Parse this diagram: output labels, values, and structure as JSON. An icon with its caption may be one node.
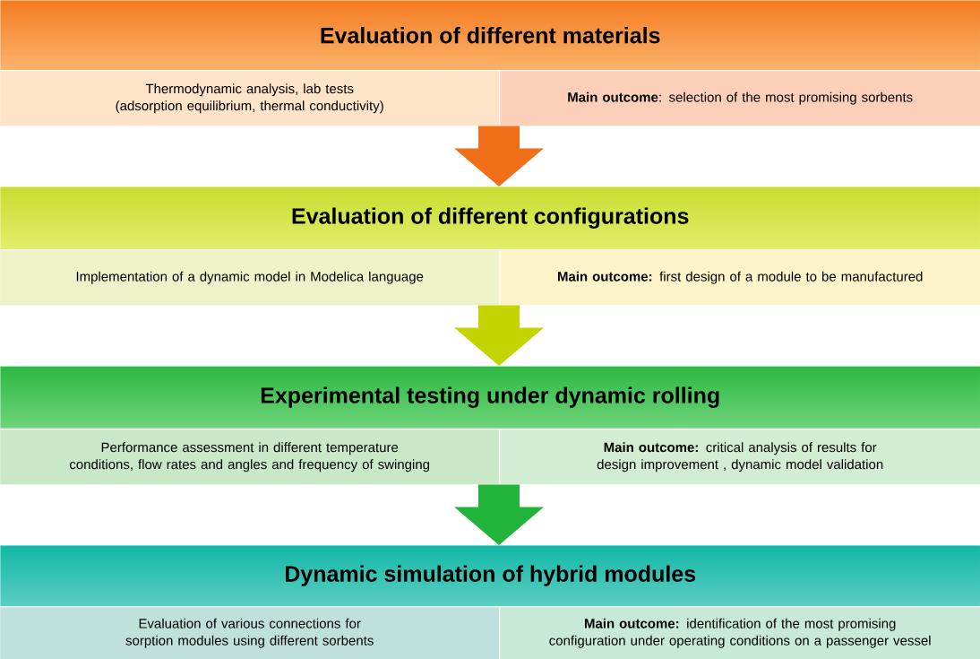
{
  "diagram": {
    "nodes": [
      {
        "text": [
          "Evaluation of different materials"
        ]
      },
      {
        "text": [
          "Thermodynamic analysis, lab tests (adsorption equilibrium, thermal conductivity)"
        ]
      },
      {
        "text": [
          "**Main outcome**: selection of the most promising sorbents"
        ]
      },
      {
        "text": [
          "Evaluation of different configurations"
        ]
      },
      {
        "text": [
          "Implementation of a dynamic model in Modelica language"
        ]
      },
      {
        "text": [
          "**Main outcome:** first design of a module to be manufactured"
        ]
      },
      {
        "text": [
          "Experimental testing under dynamic rolling"
        ]
      },
      {
        "text": [
          "Performance assessment in different temperature conditions, flow rates and angles and frequency of swinging"
        ]
      },
      {
        "text": [
          "**Main outcome:** critical analysis of results for design improvement , dynamic model validation"
        ]
      },
      {
        "text": [
          "Dynamic simulation of hybrid modules"
        ]
      },
      {
        "text": [
          "Evaluation of various connections for sorption modules using different sorbents"
        ]
      },
      {
        "text": [
          "**Main outcome:** identification of the most promising configuration under operating conditions on a passenger vessel"
        ]
      }
    ],
    "edges": [
      {
        "from": 1,
        "to": 3,
        "arrow": "to",
        "color": "#f26f1a"
      },
      {
        "from": 2,
        "to": 3,
        "arrow": "to",
        "color": "#f26f1a"
      },
      {
        "from": 4,
        "to": 6,
        "arrow": "to",
        "color": "#c4d400"
      },
      {
        "from": 5,
        "to": 6,
        "arrow": "to",
        "color": "#c4d400"
      },
      {
        "from": 7,
        "to": 9,
        "arrow": "to",
        "color": "#22b33a"
      },
      {
        "from": 8,
        "to": 9,
        "arrow": "to",
        "color": "#22b33a"
      }
    ]
  }
}
